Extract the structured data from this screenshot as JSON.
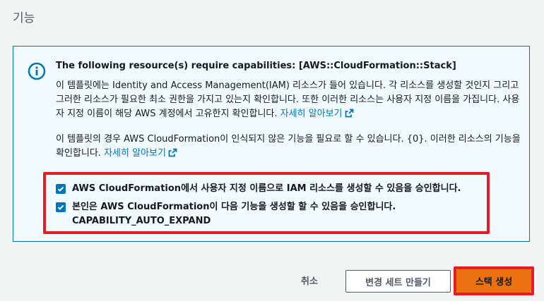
{
  "section": {
    "title": "기능"
  },
  "info": {
    "icon": "info-circle-icon",
    "title": "The following resource(s) require capabilities: [AWS::CloudFormation::Stack]",
    "para1_text": "이 템플릿에는 Identity and Access Management(IAM) 리소스가 들어 있습니다. 각 리소스를 생성할 것인지 그리고 그러한 리소스가 필요한 최소 권한을 가지고 있는지 확인합니다. 또한 이러한 리소스는 사용자 지정 이름을 가집니다. 사용자 지정 이름이 해당 AWS 계정에서 고유한지 확인합니다. ",
    "para1_link": "자세히 알아보기",
    "para2_text": "이 템플릿의 경우 AWS CloudFormation이 인식되지 않은 기능을 필요로 할 수 있습니다. {0}. 이러한 리소스의 기능을 확인합니다. ",
    "para2_link": "자세히 알아보기"
  },
  "acknowledgements": {
    "ack1": {
      "label": "AWS CloudFormation에서 사용자 지정 이름으로 IAM 리소스를 생성할 수 있음을 승인합니다.",
      "checked": true
    },
    "ack2": {
      "label_line1": "본인은 AWS CloudFormation이 다음 기능을 생성할 할 수 있음을 승인합니다.",
      "label_line2": "CAPABILITY_AUTO_EXPAND",
      "checked": true
    }
  },
  "footer": {
    "cancel_label": "취소",
    "change_set_label": "변경 세트 만들기",
    "create_stack_label": "스택 생성"
  },
  "colors": {
    "accent": "#0073bb",
    "primary_button": "#ec7211",
    "highlight": "#e51c23",
    "info_bg": "#f1faff"
  }
}
